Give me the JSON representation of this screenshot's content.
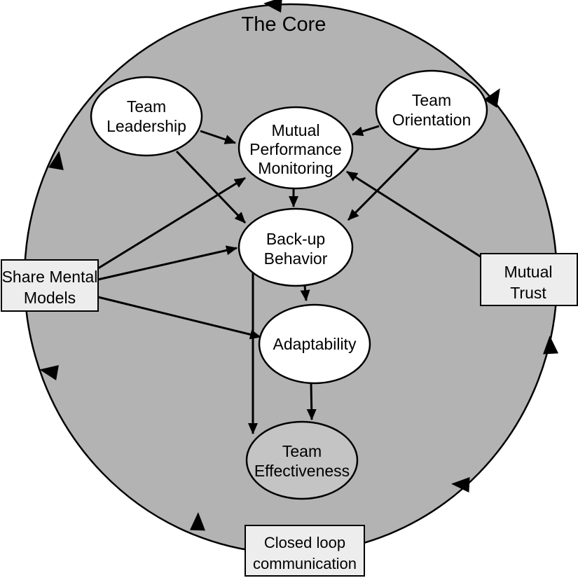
{
  "title": "The Core",
  "colors": {
    "background": "#ffffff",
    "circle_fill": "#b3b3b3",
    "node_fill": "#ffffff",
    "effectiveness_fill": "#c4c4c4",
    "label_box_fill": "#ededed",
    "stroke": "#000000"
  },
  "nodes": {
    "team_leadership": {
      "line1": "Team",
      "line2": "Leadership"
    },
    "team_orientation": {
      "line1": "Team",
      "line2": "Orientation"
    },
    "mutual_performance_monitoring": {
      "line1": "Mutual",
      "line2": "Performance",
      "line3": "Monitoring"
    },
    "backup_behavior": {
      "line1": "Back-up",
      "line2": "Behavior"
    },
    "adaptability": {
      "line1": "Adaptability"
    },
    "team_effectiveness": {
      "line1": "Team",
      "line2": "Effectiveness"
    }
  },
  "coordinating_mechanisms": {
    "shared_mental_models": {
      "line1": "Share Mental",
      "line2": "Models"
    },
    "mutual_trust": {
      "line1": "Mutual",
      "line2": "Trust"
    },
    "closed_loop_communication": {
      "line1": "Closed loop",
      "line2": "communication"
    }
  }
}
